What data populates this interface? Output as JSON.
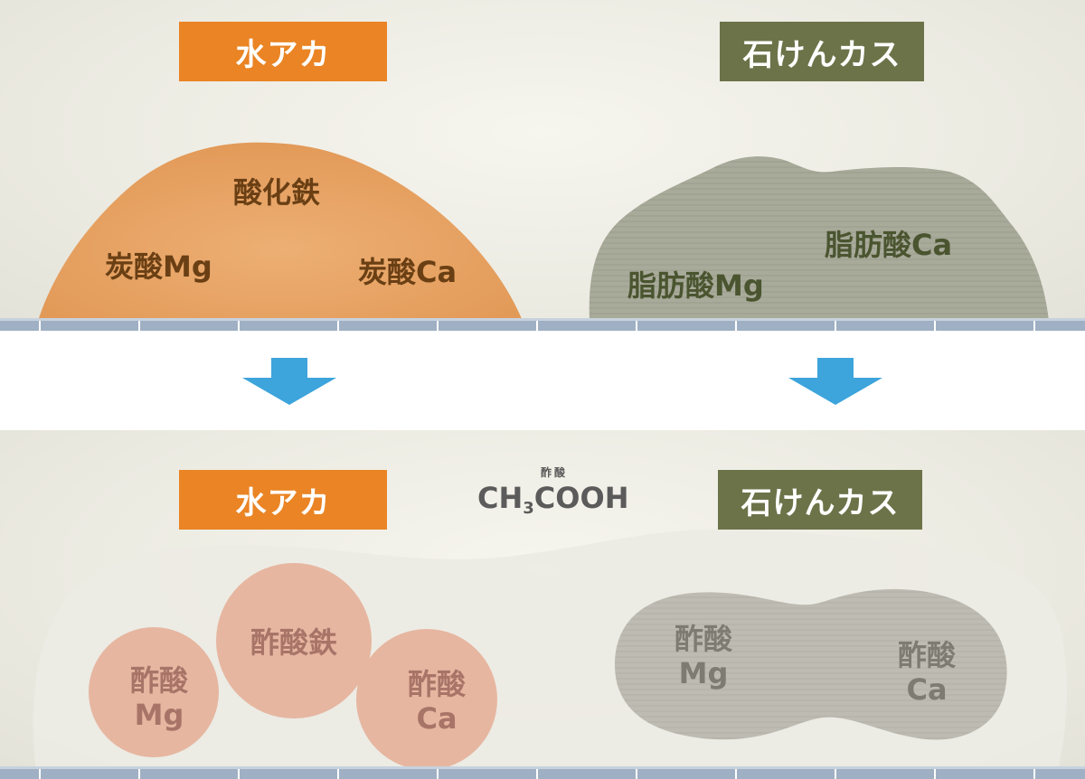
{
  "top": {
    "left_label": "水アカ",
    "right_label": "石けんカス",
    "left_items": [
      "酸化鉄",
      "炭酸Mg",
      "炭酸Ca"
    ],
    "right_items": [
      "脂肪酸Ca",
      "脂肪酸Mg"
    ]
  },
  "bottom": {
    "left_label": "水アカ",
    "right_label": "石けんカス",
    "chemical": {
      "ruby": "酢酸",
      "prefix": "CH",
      "subscript": "3",
      "suffix": "COOH"
    },
    "left_items": [
      {
        "line1": "酢酸",
        "line2": "Mg"
      },
      {
        "line1": "酢酸鉄",
        "line2": ""
      },
      {
        "line1": "酢酸",
        "line2": "Ca"
      }
    ],
    "right_items": [
      {
        "line1": "酢酸",
        "line2": "Mg"
      },
      {
        "line1": "酢酸",
        "line2": "Ca"
      }
    ]
  },
  "colors": {
    "orange": "#ea8424",
    "olive": "#6c7349",
    "arrow_blue": "#3da4dc",
    "mound_orange": "#e9a86c",
    "mound_gray": "#a9ab9b"
  }
}
